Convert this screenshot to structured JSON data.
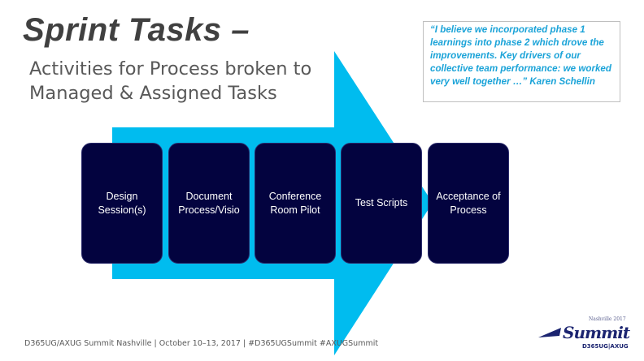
{
  "slide": {
    "title": "Sprint Tasks –",
    "subtitle": "Activities for Process broken to Managed & Assigned Tasks",
    "steps": [
      {
        "label": "Design Session(s)"
      },
      {
        "label": "Document Process/Visio"
      },
      {
        "label": "Conference Room Pilot"
      },
      {
        "label": "Test Scripts"
      },
      {
        "label": "Acceptance of Process"
      }
    ],
    "quote": "“I believe we incorporated phase 1 learnings into phase 2 which drove the improvements. Key drivers of our collective team performance: we worked very well together …”  Karen Schellin",
    "footer": "D365UG/AXUG Summit Nashville | October 10–13, 2017 | #D365UGSummit  #AXUGSummit",
    "logo": {
      "top": "Nashville 2017",
      "main": "Summit",
      "bottom": "D365UG|AXUG"
    },
    "colors": {
      "arrow": "#00bcef",
      "box": "#03033f",
      "quote": "#1aa3d8"
    }
  }
}
